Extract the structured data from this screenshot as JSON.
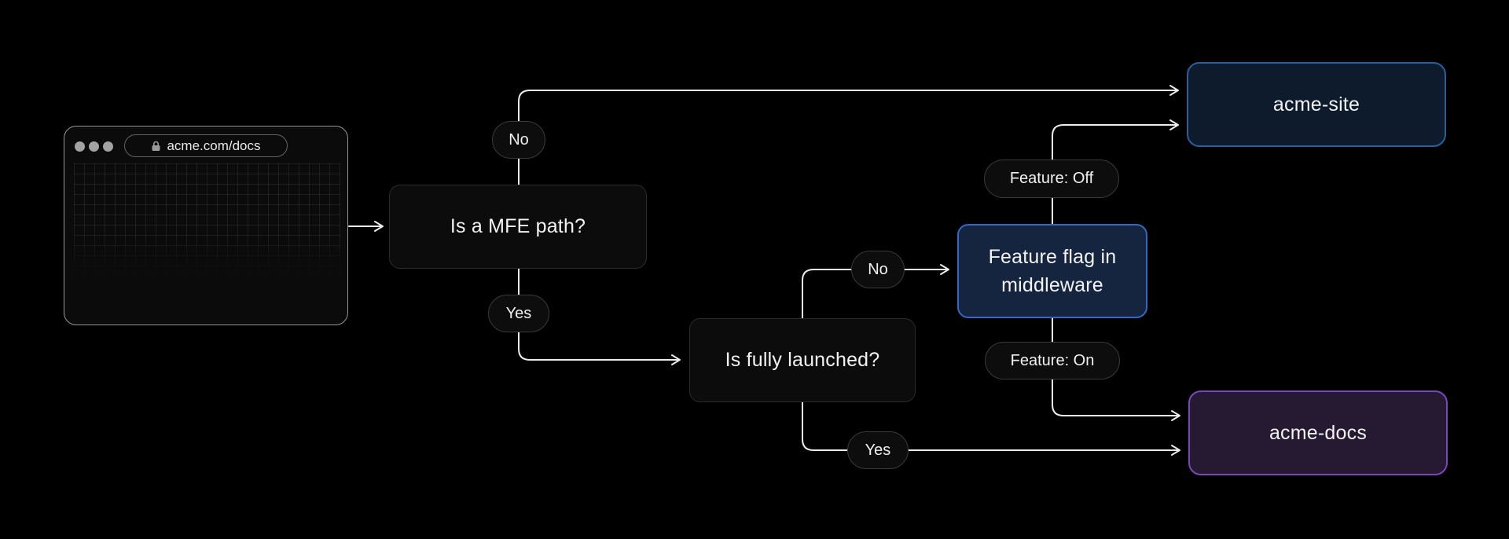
{
  "diagram_title": "MFE routing decision flowchart",
  "colors": {
    "background": "#000000",
    "line": "#ececec",
    "blue_border": "#2a5f9e",
    "blue_fill": "#0d1b2c",
    "flag_border": "#3568c4",
    "flag_fill": "#15253f",
    "purple_border": "#7a48b8",
    "purple_fill": "#251a31"
  },
  "browser": {
    "url": "acme.com/docs",
    "lock_icon": "lock-icon",
    "traffic_light_count": 3
  },
  "nodes": {
    "mfe_question": {
      "label": "Is a MFE path?"
    },
    "launched_question": {
      "label": "Is fully launched?"
    },
    "feature_flag": {
      "label": "Feature flag in middleware"
    },
    "acme_site": {
      "label": "acme-site"
    },
    "acme_docs": {
      "label": "acme-docs"
    }
  },
  "pills": {
    "mfe_no": "No",
    "mfe_yes": "Yes",
    "launched_no": "No",
    "launched_yes": "Yes",
    "feature_off": "Feature: Off",
    "feature_on": "Feature: On"
  },
  "edges": [
    {
      "from": "browser",
      "to": "mfe_question",
      "label": ""
    },
    {
      "from": "mfe_question",
      "to": "acme_site",
      "label": "No"
    },
    {
      "from": "mfe_question",
      "to": "launched_question",
      "label": "Yes"
    },
    {
      "from": "launched_question",
      "to": "feature_flag",
      "label": "No"
    },
    {
      "from": "launched_question",
      "to": "acme_docs",
      "label": "Yes"
    },
    {
      "from": "feature_flag",
      "to": "acme_site",
      "label": "Feature: Off"
    },
    {
      "from": "feature_flag",
      "to": "acme_docs",
      "label": "Feature: On"
    }
  ]
}
